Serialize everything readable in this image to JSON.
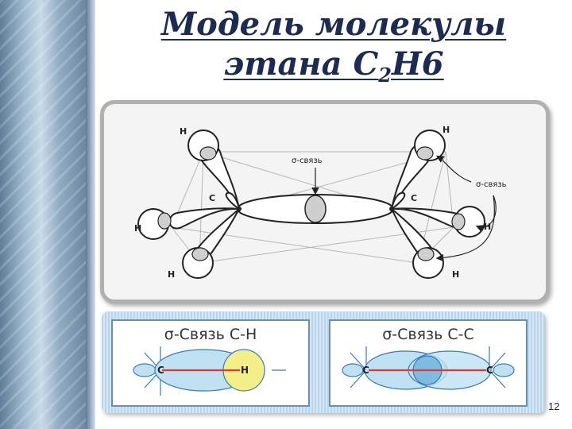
{
  "slide": {
    "title_line1": "Модель молекулы",
    "title_line2_prefix": "этана С",
    "title_sub": "2",
    "title_line2_suffix": "Н6",
    "page_number": "12"
  },
  "main_diagram": {
    "labels": {
      "h_top_left": "H",
      "h_left": "H",
      "h_bottom_left": "H",
      "c_left": "C",
      "h_top_right": "H",
      "h_right": "H",
      "h_bottom_right": "H",
      "c_right": "C",
      "sigma_center": "σ-связь",
      "sigma_right": "σ-связь"
    }
  },
  "card_ch": {
    "title": "σ-Связь С-Н",
    "atom1": "C",
    "atom2": "H"
  },
  "card_cc": {
    "title": "σ-Связь С-С",
    "atom1": "C",
    "atom2": "C"
  }
}
